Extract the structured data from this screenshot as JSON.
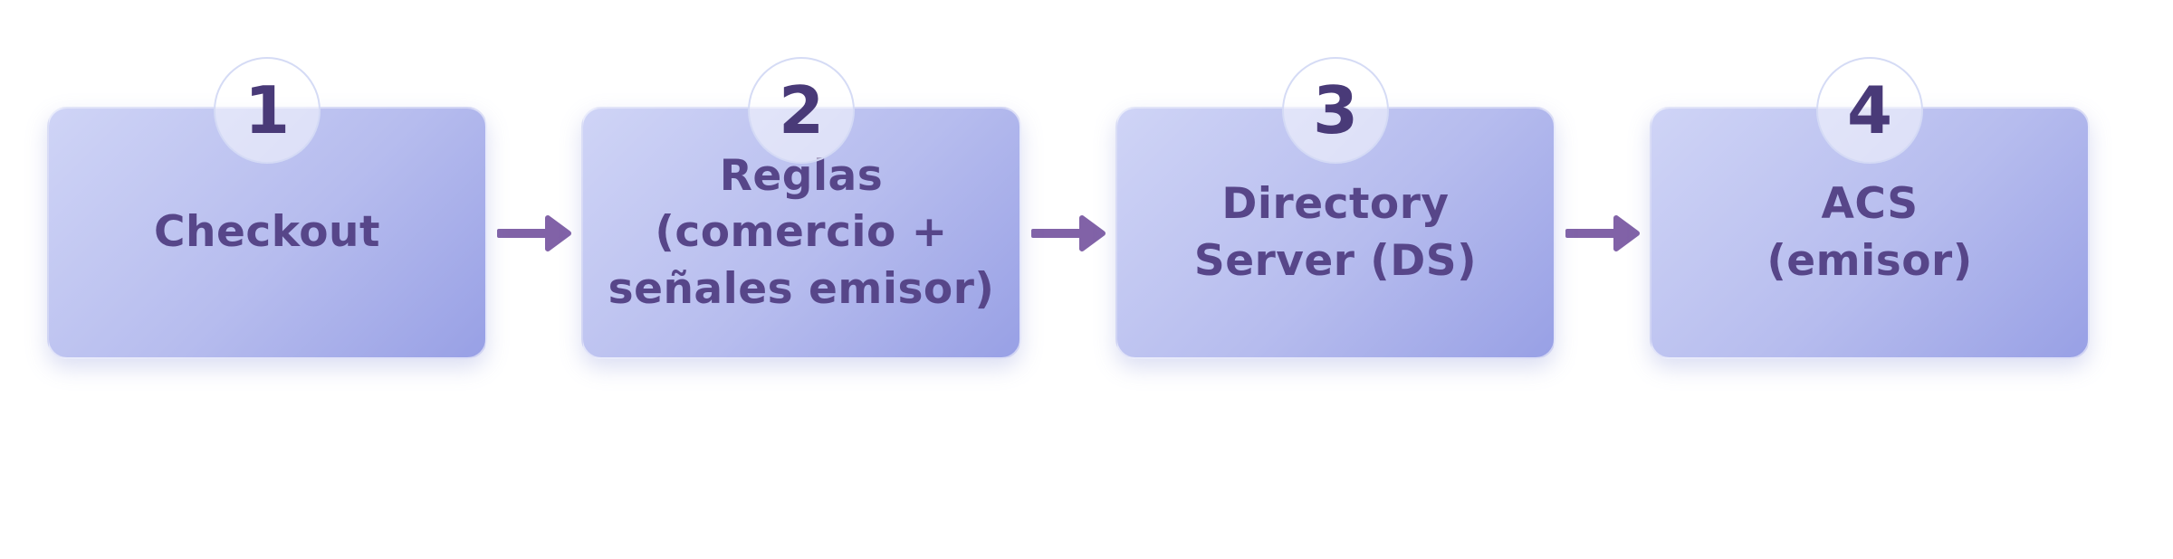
{
  "diagram": {
    "type": "process-flow",
    "direction": "left-to-right",
    "steps": [
      {
        "number": "1",
        "label": "Checkout"
      },
      {
        "number": "2",
        "label": "Reglas\n(comercio +\nseñales emisor)"
      },
      {
        "number": "3",
        "label": "Directory\nServer (DS)"
      },
      {
        "number": "4",
        "label": "ACS\n(emisor)"
      }
    ],
    "connector_icon": "arrow-right-icon",
    "colors": {
      "background": "#ffffff",
      "box_gradient_start": "#cfd4f6",
      "box_gradient_end": "#98a0e5",
      "step_text": "#574689",
      "step_number": "#493a78",
      "arrow": "#8162a7",
      "badge_border": "#d3d9f4",
      "badge_fill": "rgba(255,255,255,0.5)"
    }
  }
}
